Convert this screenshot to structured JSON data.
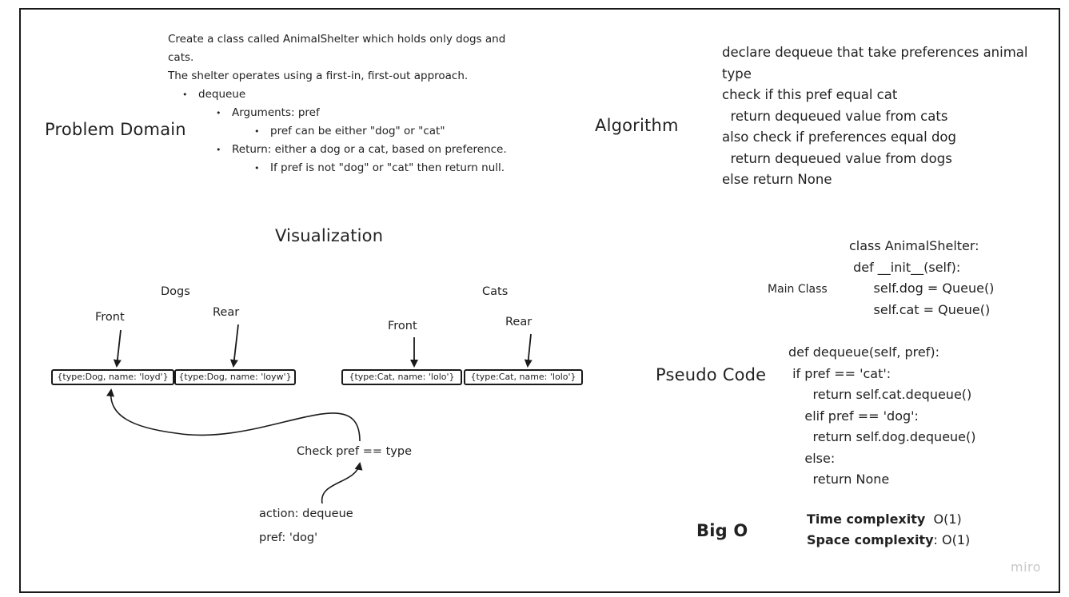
{
  "problem_domain": {
    "heading": "Problem Domain",
    "intro_line1": "Create a class called AnimalShelter which holds only dogs and",
    "intro_line2": "cats.",
    "intro_line3": "The shelter operates using a first-in, first-out approach.",
    "bullet_dequeue": "dequeue",
    "bullet_arguments": "Arguments: pref",
    "bullet_pref_values": "pref can be either \"dog\" or \"cat\"",
    "bullet_return": "Return: either a dog or a cat, based on preference.",
    "bullet_null": "If pref is not \"dog\" or \"cat\" then return null."
  },
  "algorithm": {
    "heading": "Algorithm",
    "lines": [
      "declare dequeue that take preferences animal",
      "type",
      "check if this pref equal cat",
      "  return dequeued value from cats",
      "also check if preferences equal dog",
      "  return dequeued value from dogs",
      "else return None"
    ]
  },
  "visualization": {
    "heading": "Visualization",
    "dogs_label": "Dogs",
    "cats_label": "Cats",
    "dogs_front": "Front",
    "dogs_rear": "Rear",
    "cats_front": "Front",
    "cats_rear": "Rear",
    "dog_nodes": [
      "{type:Dog, name: 'loyd'}",
      "{type:Dog, name: 'loyw'}"
    ],
    "cat_nodes": [
      "{type:Cat, name: 'lolo'}",
      "{type:Cat, name: 'lolo'}"
    ],
    "check_label": "Check pref == type",
    "action_label": "action: dequeue",
    "pref_label": "pref:  'dog'"
  },
  "main_class": {
    "label": "Main Class",
    "lines": [
      "class AnimalShelter:",
      " def __init__(self):",
      "      self.dog = Queue()",
      "      self.cat = Queue()"
    ]
  },
  "pseudo_code": {
    "heading": "Pseudo Code",
    "lines": [
      "def dequeue(self, pref):",
      " if pref == 'cat':",
      "      return self.cat.dequeue()",
      "    elif pref == 'dog':",
      "      return self.dog.dequeue()",
      "    else:",
      "      return None"
    ]
  },
  "big_o": {
    "heading": "Big O",
    "time_label": "Time complexity",
    "time_value": "  O(1)",
    "space_label": "Space complexity",
    "space_value": ": O(1)"
  },
  "watermark": "miro"
}
